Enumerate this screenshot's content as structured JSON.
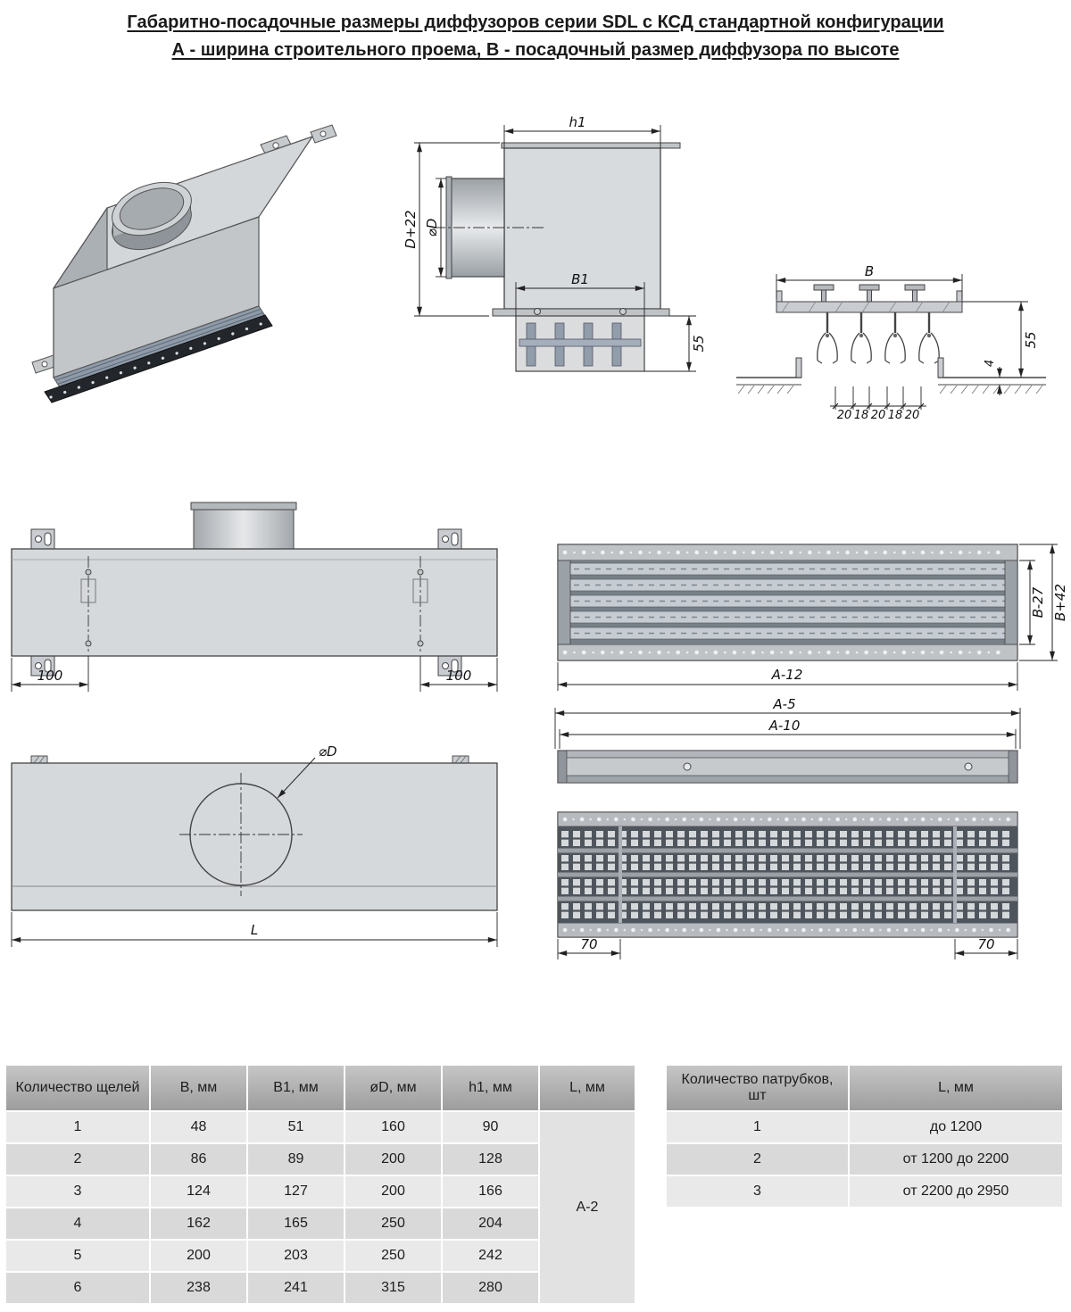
{
  "title": {
    "line1": "Габаритно-посадочные размеры диффузоров серии SDL с КСД стандартной конфигурации",
    "line2": "А - ширина строительного проема, В - посадочный размер диффузора по высоте"
  },
  "dims": {
    "h1": "h1",
    "d_plus_22": "D+22",
    "phi_d": "⌀D",
    "b1": "B1",
    "fifty_five": "55",
    "b": "B",
    "four": "4",
    "slot_widths": [
      "20",
      "18",
      "20",
      "18",
      "20"
    ],
    "hundred": "100",
    "b_minus_27": "B-27",
    "b_plus_42": "B+42",
    "a_minus_12": "A-12",
    "a_minus_5": "A-5",
    "a_minus_10": "A-10",
    "l": "L",
    "seventy": "70"
  },
  "left_table": {
    "headers": [
      "Количество щелей",
      "B, мм",
      "B1, мм",
      "øD, мм",
      "h1, мм",
      "L, мм"
    ],
    "rows": [
      [
        "1",
        "48",
        "51",
        "160",
        "90"
      ],
      [
        "2",
        "86",
        "89",
        "200",
        "128"
      ],
      [
        "3",
        "124",
        "127",
        "200",
        "166"
      ],
      [
        "4",
        "162",
        "165",
        "250",
        "204"
      ],
      [
        "5",
        "200",
        "203",
        "250",
        "242"
      ],
      [
        "6",
        "238",
        "241",
        "315",
        "280"
      ]
    ],
    "l_value": "А-2"
  },
  "right_table": {
    "headers": [
      "Количество патрубков, шт",
      "L, мм"
    ],
    "rows": [
      [
        "1",
        "до 1200"
      ],
      [
        "2",
        "от 1200 до 2200"
      ],
      [
        "3",
        "от 2200 до 2950"
      ]
    ]
  }
}
